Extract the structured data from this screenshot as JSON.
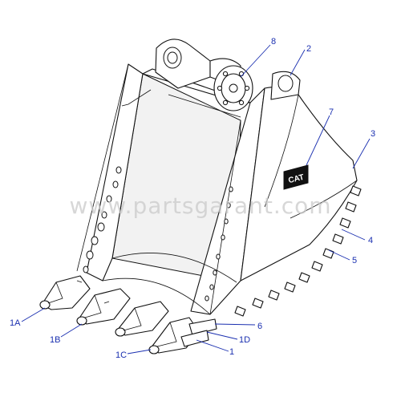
{
  "diagram": {
    "callouts": {
      "c1": "1",
      "c1A": "1A",
      "c1B": "1B",
      "c1C": "1C",
      "c1D": "1D",
      "c2": "2",
      "c3": "3",
      "c4": "4",
      "c5": "5",
      "c6": "6",
      "c7": "7",
      "c8": "8"
    },
    "logo_text": "CAT",
    "watermark": "www.partsgarant.com"
  },
  "colors": {
    "callout": "#1a2fb0",
    "line": "#111111",
    "watermark": "#c9c9c9"
  }
}
